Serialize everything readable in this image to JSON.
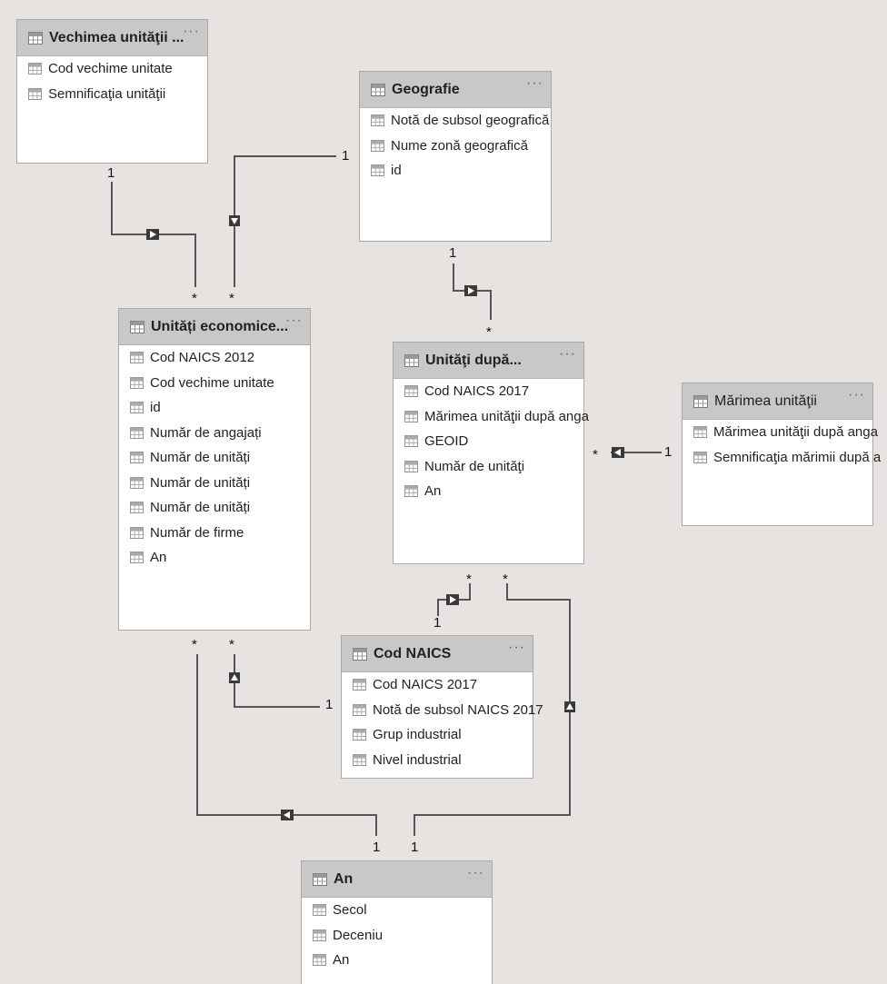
{
  "tables": [
    {
      "id": "vechime",
      "title": "Vechimea unităţii ...",
      "fields": [
        "Cod vechime unitate",
        "Semnificaţia unităţii"
      ]
    },
    {
      "id": "geografie",
      "title": "Geografie",
      "fields": [
        "Notă de subsol geografică",
        "Nume zonă geografică",
        "id"
      ]
    },
    {
      "id": "unitati-economice",
      "title": "Unități economice...",
      "fields": [
        "Cod NAICS 2012",
        "Cod vechime unitate",
        "id",
        "Număr de angajați",
        "Număr de unități",
        "Număr de unități",
        "Număr de unități",
        "Număr de firme",
        "An"
      ]
    },
    {
      "id": "unitati-dupa",
      "title": "Unităţi după...",
      "fields": [
        "Cod NAICS 2017",
        "Mărimea unităţii după anga",
        "GEOID",
        "Număr de unităţi",
        "An"
      ]
    },
    {
      "id": "marimea",
      "title": "Mărimea unităţii",
      "fields": [
        "Mărimea unităţii după anga",
        "Semnificaţia mărimii după a"
      ]
    },
    {
      "id": "cod-naics",
      "title": "Cod NAICS",
      "fields": [
        "Cod NAICS 2017",
        "Notă de subsol NAICS 2017",
        "Grup industrial",
        "Nivel industrial"
      ]
    },
    {
      "id": "an",
      "title": "An",
      "fields": [
        "Secol",
        "Deceniu",
        "An"
      ]
    }
  ],
  "menu_glyph": "···",
  "cardinality": {
    "one": "1",
    "many": "*"
  },
  "colors": {
    "background": "#e6e3e0",
    "header": "#c8c8c8",
    "line": "#555555",
    "arrow": "#3a3a3a"
  }
}
